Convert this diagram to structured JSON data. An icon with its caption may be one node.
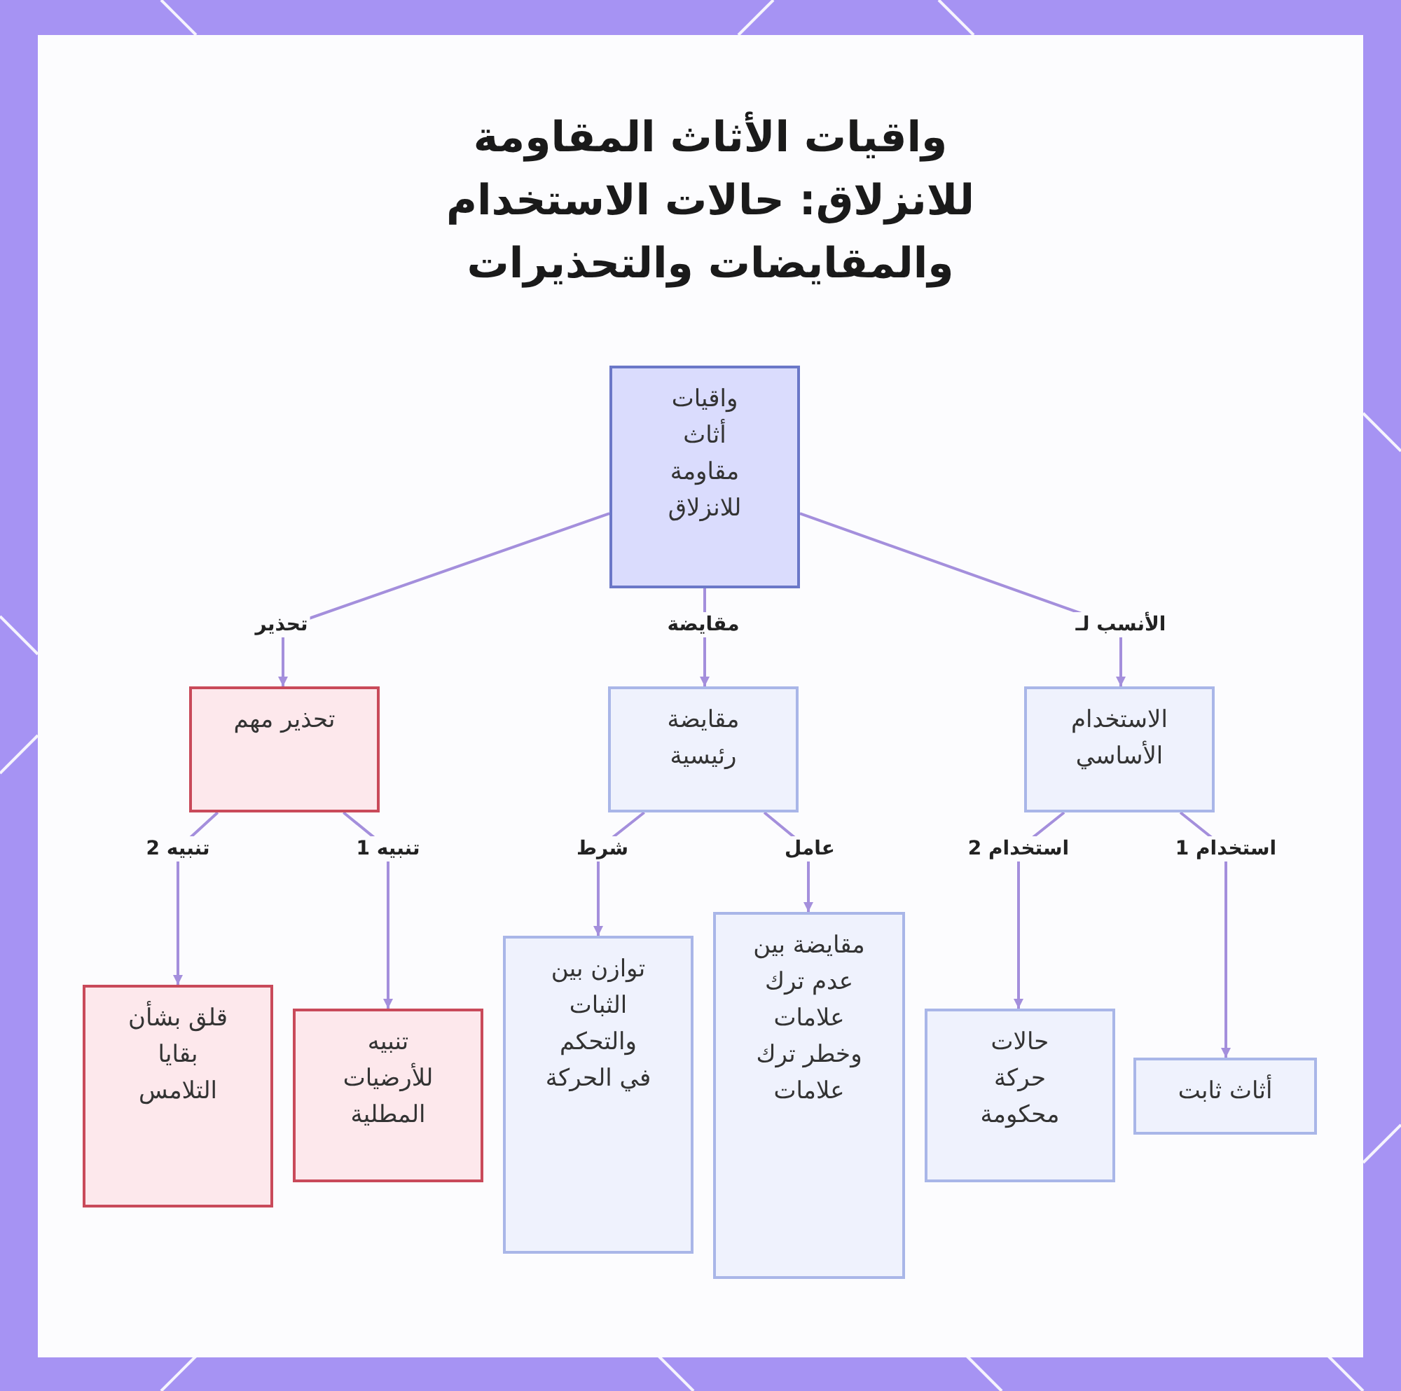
{
  "diagram": {
    "title": "واقيات الأثاث المقاومة للانزلاق: حالات الاستخدام والمقايضات والتحذيرات",
    "nodes": [
      {
        "text": [
          "واقيات أثاث مقاومة للانزلاق"
        ]
      },
      {
        "text": [
          "الاستخدام الأساسي"
        ]
      },
      {
        "text": [
          "مقايضة رئيسية"
        ]
      },
      {
        "text": [
          "تحذير مهم"
        ]
      },
      {
        "text": [
          "أثاث ثابت"
        ]
      },
      {
        "text": [
          "حالات حركة محكومة"
        ]
      },
      {
        "text": [
          "مقايضة بين عدم ترك علامات وخطر ترك علامات"
        ]
      },
      {
        "text": [
          "توازن بين الثبات والتحكم في الحركة"
        ]
      },
      {
        "text": [
          "تنبيه للأرضيات المطلية"
        ]
      },
      {
        "text": [
          "قلق بشأن بقايا التلامس"
        ]
      }
    ],
    "edges": [
      {
        "from": 0,
        "to": 1,
        "arrow": "to",
        "label": "الأنسب لـ"
      },
      {
        "from": 0,
        "to": 2,
        "arrow": "to",
        "label": "مقايضة"
      },
      {
        "from": 0,
        "to": 3,
        "arrow": "to",
        "label": "تحذير"
      },
      {
        "from": 1,
        "to": 4,
        "arrow": "to",
        "label": "استخدام 1"
      },
      {
        "from": 1,
        "to": 5,
        "arrow": "to",
        "label": "استخدام 2"
      },
      {
        "from": 2,
        "to": 6,
        "arrow": "to",
        "label": "عامل"
      },
      {
        "from": 2,
        "to": 7,
        "arrow": "to",
        "label": "شرط"
      },
      {
        "from": 3,
        "to": 8,
        "arrow": "to",
        "label": "تنبيه 1"
      },
      {
        "from": 3,
        "to": 9,
        "arrow": "to",
        "label": "تنبيه 2"
      }
    ]
  }
}
